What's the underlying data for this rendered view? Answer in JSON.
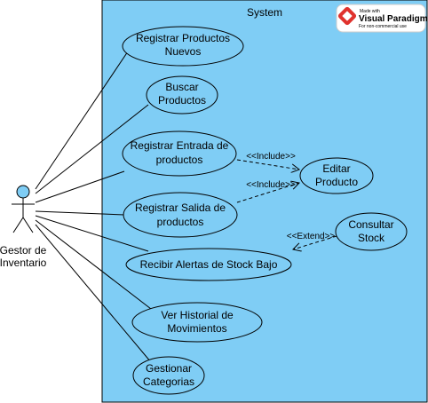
{
  "system": {
    "title": "System",
    "fill": "#7fcdf5"
  },
  "actor": {
    "line1": "Gestor de",
    "line2": "Inventario",
    "head_fill": "#7fcdf5"
  },
  "use_cases": [
    {
      "id": "uc1",
      "lines": [
        "Registrar Productos",
        "Nuevos"
      ]
    },
    {
      "id": "uc2",
      "lines": [
        "Buscar",
        "Productos"
      ]
    },
    {
      "id": "uc3",
      "lines": [
        "Registrar Entrada de",
        "productos"
      ]
    },
    {
      "id": "uc4",
      "lines": [
        "Registrar Salida de",
        "productos"
      ]
    },
    {
      "id": "uc5",
      "lines": [
        "Recibir Alertas de Stock Bajo"
      ]
    },
    {
      "id": "uc6",
      "lines": [
        "Ver Historial de",
        "Movimientos"
      ]
    },
    {
      "id": "uc7",
      "lines": [
        "Gestionar",
        "Categorias"
      ]
    },
    {
      "id": "uc8",
      "lines": [
        "Editar",
        "Producto"
      ]
    },
    {
      "id": "uc9",
      "lines": [
        "Consultar",
        "Stock"
      ]
    }
  ],
  "relations": [
    {
      "from": "uc3",
      "to": "uc8",
      "label": "<<Include>>"
    },
    {
      "from": "uc4",
      "to": "uc8",
      "label": "<<Include>>"
    },
    {
      "from": "uc9",
      "to": "uc5",
      "label": "<<Extend>>"
    }
  ],
  "watermark": {
    "small_top": "Made with",
    "brand": "Visual Paradigm",
    "small_bottom": "For non-commercial use",
    "logo_color": "#e0322d"
  }
}
